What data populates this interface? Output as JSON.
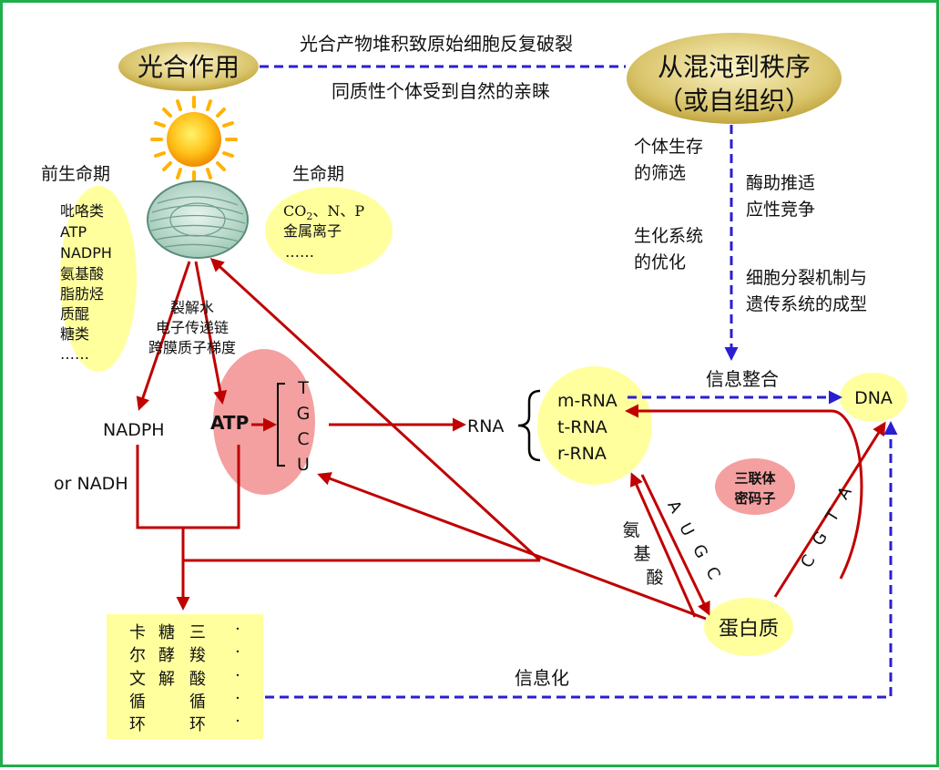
{
  "colors": {
    "red_arrow": "#c00000",
    "blue_dash": "#2a1fd0",
    "pale_yellow": "#ffff9e",
    "pink": "#f4a0a0",
    "gold": "#c9ad46",
    "frame_green": "#1fae4b"
  },
  "nodes": {
    "photosynthesis": "光合作用",
    "order_line1": "从混沌到秩序",
    "order_line2": "（或自组织）",
    "nadph": "NADPH",
    "nadh": "or NADH",
    "atp": "ATP",
    "rna": "RNA",
    "mrna": "m-RNA",
    "trna": "t-RNA",
    "rrna": "r-RNA",
    "dna": "DNA",
    "protein": "蛋白质",
    "codon_line1": "三联体",
    "codon_line2": "密码子"
  },
  "bases_tgcu": [
    "T",
    "G",
    "C",
    "U"
  ],
  "bases_augc": [
    "A",
    "U",
    "G",
    "C"
  ],
  "bases_atgc": [
    "A",
    "T",
    "G",
    "C"
  ],
  "amino_acid_chars": [
    "氨",
    "基",
    "酸"
  ],
  "top_labels": {
    "line1": "光合产物堆积致原始细胞反复破裂",
    "line2": "同质性个体受到自然的亲睐"
  },
  "right_labels": {
    "survival_line1": "个体生存",
    "survival_line2": "的筛选",
    "biochem_line1": "生化系统",
    "biochem_line2": "的优化",
    "enzyme_line1": "酶助推适",
    "enzyme_line2": "应性竞争",
    "division_line1": "细胞分裂机制与",
    "division_line2": "遗传系统的成型"
  },
  "prebiotic": {
    "title": "前生命期",
    "items": [
      "吡咯类",
      "ATP",
      "NADPH",
      "氨基酸",
      "脂肪烃",
      "质醌",
      "糖类",
      "……"
    ]
  },
  "life": {
    "title": "生命期",
    "co2_main": "CO",
    "co2_sub": "2",
    "co2_rest": "、N、P",
    "metals": "金属离子",
    "etc": "……"
  },
  "center_labels": [
    "裂解水",
    "电子传递链",
    "跨膜质子梯度"
  ],
  "info_integration": "信息整合",
  "informatization": "信息化",
  "cycles": {
    "rows": [
      [
        "卡",
        "糖",
        "三",
        "·"
      ],
      [
        "尔",
        "酵",
        "羧",
        "·"
      ],
      [
        "文",
        "解",
        "酸",
        "·"
      ],
      [
        "循",
        "",
        "循",
        "·"
      ],
      [
        "环",
        "",
        "环",
        "·"
      ]
    ]
  }
}
